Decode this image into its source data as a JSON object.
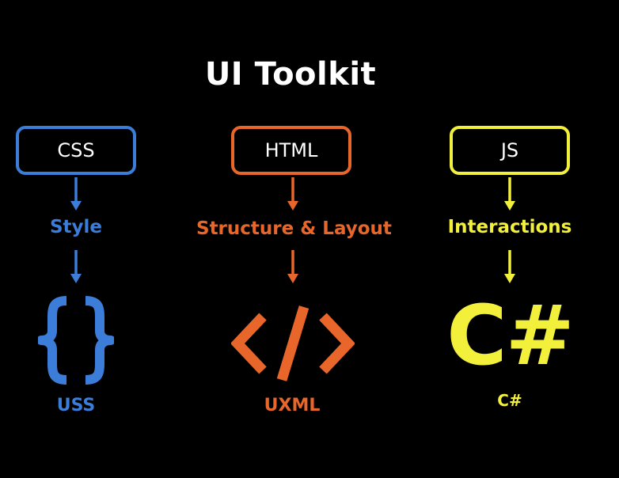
{
  "title": "UI Toolkit",
  "colors": {
    "background": "#000000",
    "title": "#ffffff",
    "css": "#3b7dd8",
    "html": "#e8662a",
    "js": "#f2f03a"
  },
  "columns": [
    {
      "key": "css",
      "box_label": "CSS",
      "role_label": "Style",
      "icon": "curly-braces-icon",
      "unity_label": "USS"
    },
    {
      "key": "html",
      "box_label": "HTML",
      "role_label": "Structure & Layout",
      "icon": "code-tag-icon",
      "unity_label": "UXML"
    },
    {
      "key": "js",
      "box_label": "JS",
      "role_label": "Interactions",
      "icon": "c-sharp-icon",
      "icon_text": "C#",
      "unity_label": "C#"
    }
  ]
}
